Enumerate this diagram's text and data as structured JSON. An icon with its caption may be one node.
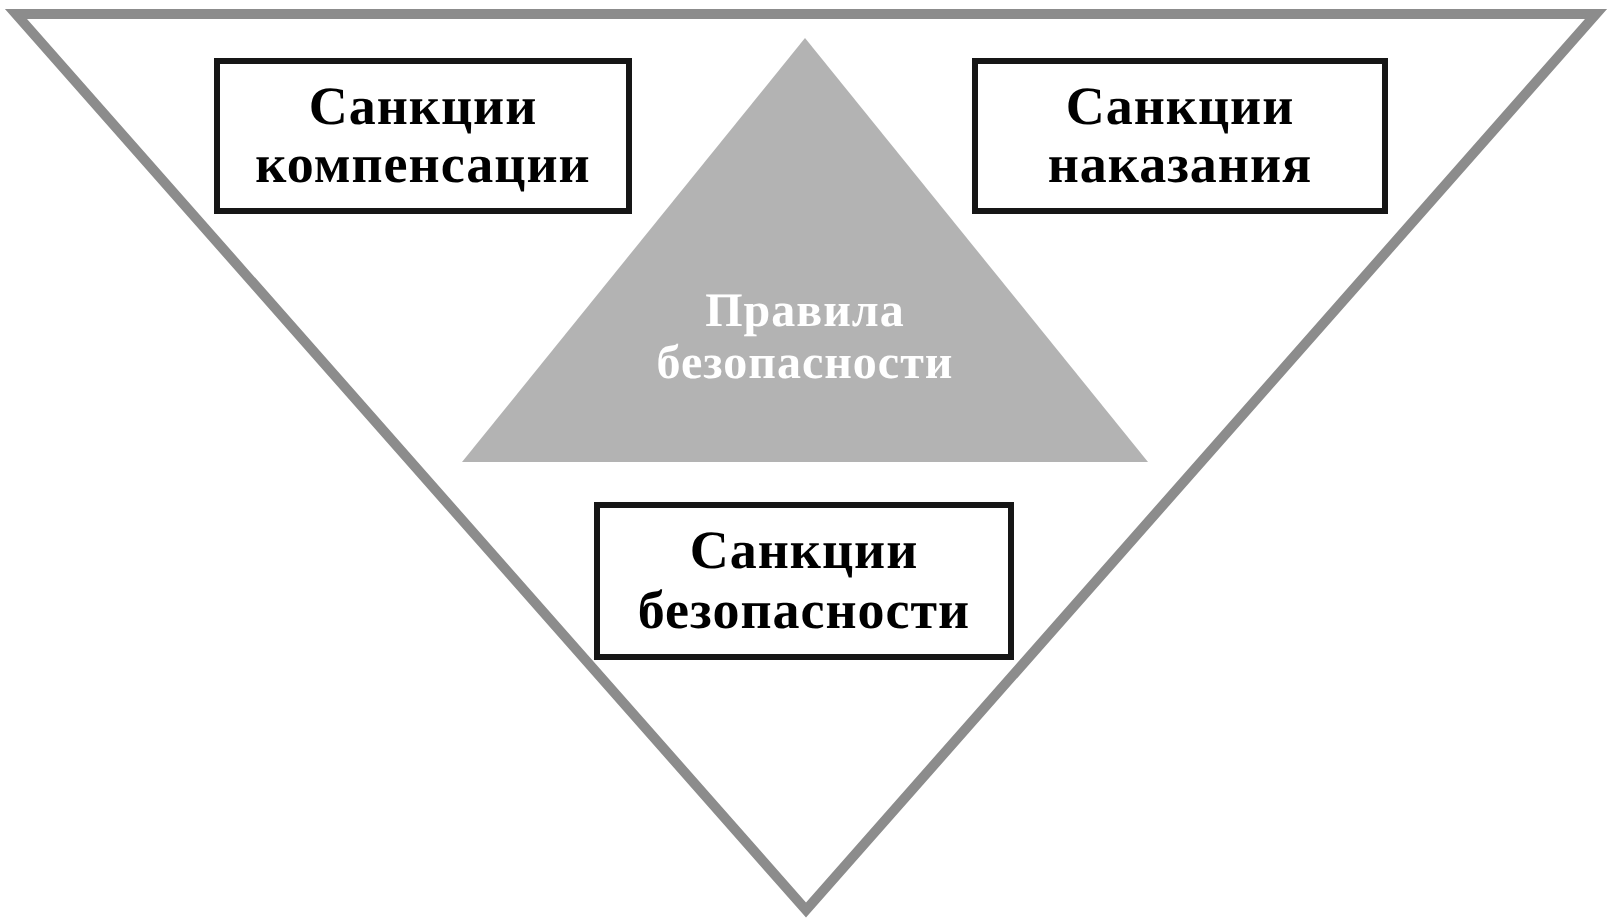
{
  "diagram": {
    "nodes": [
      {
        "text": [],
        "shape": "triangle"
      },
      {
        "text": [
          "Санкции компенсации"
        ],
        "in": 0
      },
      {
        "text": [
          "Правила безопасности"
        ],
        "in": 0
      },
      {
        "text": [
          "Санкции наказания"
        ],
        "in": 0
      },
      {
        "text": [
          "Санкции безопасности"
        ],
        "in": 0
      }
    ]
  }
}
